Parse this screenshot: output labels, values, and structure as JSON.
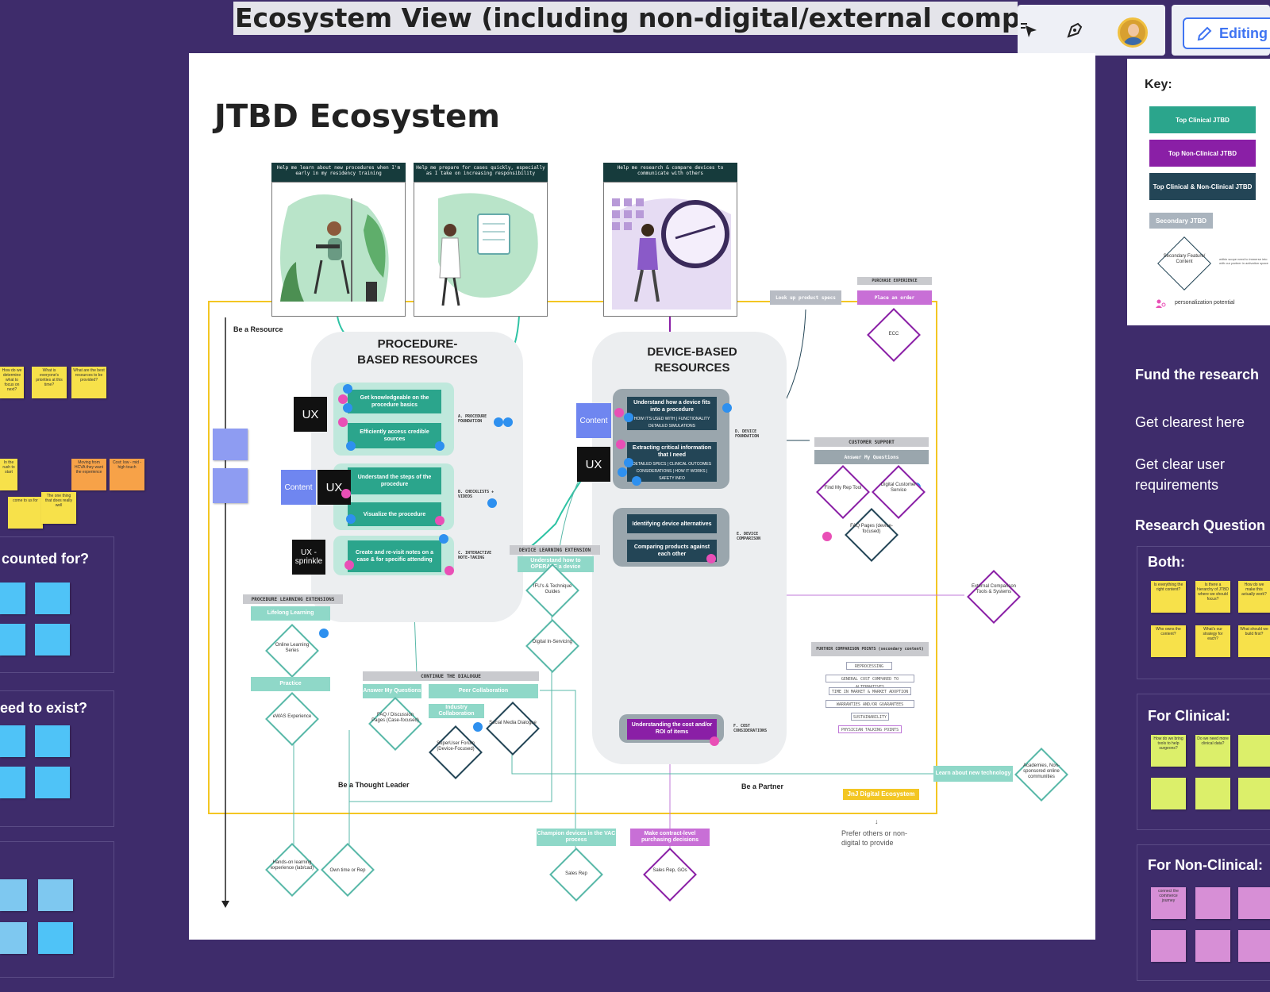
{
  "board": {
    "title": "Ecosystem View (including non-digital/external componen",
    "status": "Editing",
    "main_title": "JTBD Ecosystem"
  },
  "key": {
    "title": "Key:",
    "items": [
      "Top Clinical JTBD",
      "Top Non-Clinical JTBD",
      "Top Clinical & Non-Clinical JTBD",
      "Secondary JTBD"
    ],
    "diamond_label": "Secondary Feature/ Content",
    "diamond_note": "within scope need to immerse into with our partner in activation space",
    "personalization": "personalization potential",
    "colors": {
      "clinical": "#2ba58c",
      "non_clinical": "#8a1fa6",
      "both": "#234556",
      "secondary": "#aab4be"
    }
  },
  "jobs": {
    "learn": "Help me learn about new procedures when I'm early in my residency training",
    "prepare": "Help me prepare for cases quickly, especially as I take on increasing responsibility",
    "research": "Help me research & compare devices to communicate with others"
  },
  "sections": {
    "procedure": "PROCEDURE-BASED RESOURCES",
    "device": "DEVICE-BASED RESOURCES",
    "be_resource": "Be a Resource",
    "be_thought_leader": "Be a Thought Leader",
    "be_partner": "Be a Partner",
    "jnj_digital": "JnJ Digital Ecosystem",
    "prefer_others": "Prefer others or non-digital to provide"
  },
  "procedure_boxes": {
    "basics": "Get knowledgeable on the procedure basics",
    "credible": "Efficiently access credible sources",
    "steps": "Understand the steps of the procedure",
    "visualize": "Visualize the procedure",
    "notes": "Create and re-visit notes on a case & for specific attending",
    "label_a": "A. PROCEDURE FOUNDATION",
    "label_b": "B. CHECKLISTS + VIDEOS",
    "label_c": "C. INTERACTIVE NOTE-TAKING"
  },
  "device_boxes": {
    "fits": "Understand how a device fits into a procedure",
    "fits_sub": "HOW IT'S USED WITH | FUNCTIONALITY DETAILED SIMULATIONS",
    "critical": "Extracting critical information that I need",
    "critical_sub": "DETAILED SPECS | CLINICAL OUTCOMES CONSIDERATIONS | HOW IT WORKS | SAFETY INFO",
    "alternatives": "Identifying device alternatives",
    "comparing": "Comparing products against each other",
    "cost": "Understanding the cost and/or ROI of items",
    "label_d": "D. DEVICE FOUNDATION",
    "label_e": "E. DEVICE COMPARISON",
    "label_f": "F. COST CONSIDERATIONS"
  },
  "tags": {
    "ux": "UX",
    "content": "Content",
    "ux_sprinkle": "UX - sprinkle"
  },
  "extensions": {
    "procedure_learning": "PROCEDURE LEARNING EXTENSIONS",
    "lifelong": "Lifelong Learning",
    "online_series": "Online Learning Series",
    "practice": "Practice",
    "ewas": "eWAS Experience",
    "device_learning": "DEVICE LEARNING EXTENSION",
    "operate": "Understand how to OPERATE a device",
    "ifu": "IFU's & Technique Guides",
    "digital_servicing": "Digital In-Servicing",
    "continue_dialogue": "CONTINUE THE DIALOGUE",
    "answer_questions": "Answer My Questions",
    "peer_collab": "Peer Collaboration",
    "industry_collab": "Industry Collaboration",
    "faq_discussion": "FAQ / Discussion Pages (Case-focused)",
    "superuser": "SuperUser Forum (Device-Focused)",
    "social": "Social Media Dialogue"
  },
  "right_side": {
    "lookup": "Look up product specs",
    "purchase": "PURCHASE EXPERIENCE",
    "place_order": "Place an order",
    "ecc": "ECC",
    "customer_support": "CUSTOMER SUPPORT",
    "answer_questions": "Answer My Questions",
    "find_rep": "Find My Rep Tool",
    "digital_cs": "Digital Customer Service",
    "faq_pages": "FAQ Pages (device-focused)",
    "external": "External Comparison Tools & Systems",
    "further": "FURTHER COMPARISON POINTS",
    "further_sub": "(secondary content)",
    "further_items": [
      "REPROCESSING",
      "GENERAL COST COMPARED TO ALTERNATIVES",
      "TIME IN MARKET & MARKET ADOPTION",
      "WARRANTIES AND/OR GUARANTEES",
      "SUSTAINABILITY",
      "PHYSICIAN TALKING POINTS"
    ],
    "learn_tech": "Learn about new technology",
    "academies": "Academies, Non-sponsored online communities"
  },
  "bottom": {
    "hands_on": "Hands-on learning experience (lab/cad)",
    "own_time": "Own time or Rep",
    "champion": "Champion devices in the VAC process",
    "sales_rep": "Sales Rep",
    "contract": "Make contract-level purchasing decisions",
    "sales_rep_gos": "Sales Rep, GOs"
  },
  "right_panel": {
    "fund": "Fund the research",
    "clearest": "Get clearest here",
    "clear_reqs": "Get clear user requirements",
    "questions": "Research Question",
    "both": "Both:",
    "clinical": "For Clinical:",
    "non_clinical": "For Non-Clinical:"
  },
  "left_panel": {
    "counted": "counted for?",
    "exist": "eed to exist?"
  },
  "stickies": {
    "left_top": [
      "How do we determine what to focus on next?",
      "What is everyone's priorities at this time?",
      "What are the best resources to be provided?"
    ],
    "left_mid": [
      "In the rush to start",
      "Moving from HCVA they want the experience",
      "Cost: low - mid - high touch",
      "come to us for",
      "The one thing that does really well"
    ],
    "both": [
      "Is everything the right content?",
      "Is there a hierarchy of JTBD where we should focus?",
      "How do we make this actually work?",
      "Who owns the content?",
      "What's our strategy for each?",
      "What should we build first?"
    ],
    "clinical": [
      "How do we bring tools to help surgeons?",
      "Do we need more clinical data?"
    ],
    "non_clinical": [
      "connect the commerce journey"
    ]
  }
}
